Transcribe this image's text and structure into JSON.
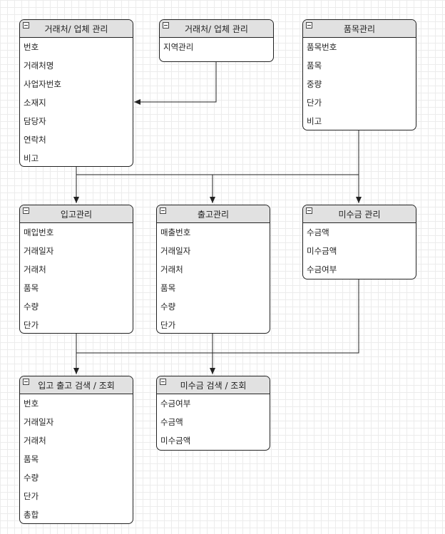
{
  "entities": [
    {
      "id": "client-mgmt",
      "title": "거래처/ 업체 관리",
      "fields": [
        "번호",
        "거래처명",
        "사업자번호",
        "소재지",
        "담당자",
        "연락처",
        "비고"
      ]
    },
    {
      "id": "client-region",
      "title": "거래처/ 업체 관리",
      "fields": [
        "지역관리"
      ]
    },
    {
      "id": "item-mgmt",
      "title": "품목관리",
      "fields": [
        "품목번호",
        "품목",
        "중량",
        "단가",
        "비고"
      ]
    },
    {
      "id": "inbound-mgmt",
      "title": "입고관리",
      "fields": [
        "매입번호",
        "거래일자",
        "거래처",
        "품목",
        "수량",
        "단가"
      ]
    },
    {
      "id": "outbound-mgmt",
      "title": "출고관리",
      "fields": [
        "매출번호",
        "거래일자",
        "거래처",
        "품목",
        "수량",
        "단가"
      ]
    },
    {
      "id": "receivable-mgmt",
      "title": "미수금 관리",
      "fields": [
        "수금액",
        "미수금액",
        "수금여부"
      ]
    },
    {
      "id": "inout-search",
      "title": "입고 출고 검색 / 조회",
      "fields": [
        "번호",
        "거래일자",
        "거래처",
        "품목",
        "수량",
        "단가",
        "총합"
      ]
    },
    {
      "id": "receivable-search",
      "title": "미수금 검색 / 조회",
      "fields": [
        "수금여부",
        "수금액",
        "미수금액"
      ]
    }
  ]
}
